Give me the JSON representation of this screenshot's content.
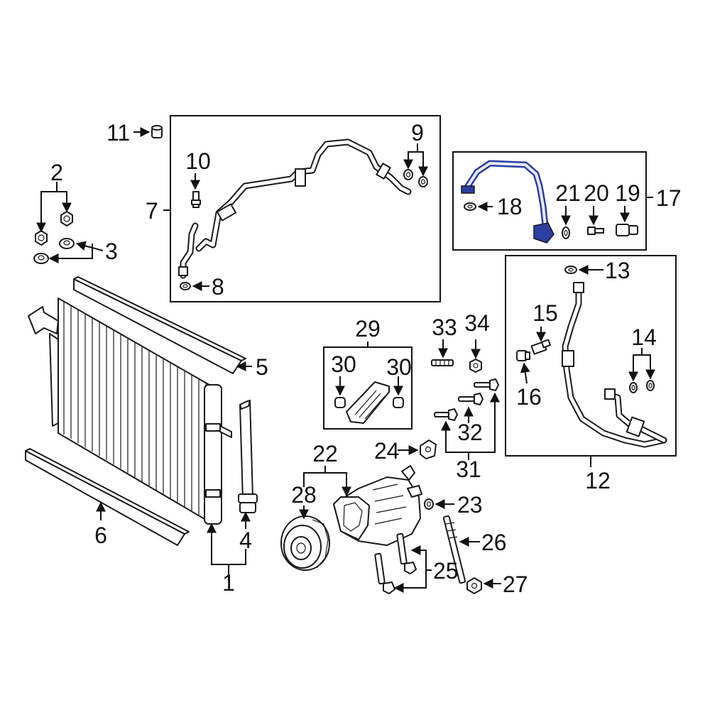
{
  "diagram": {
    "highlight_color": "#2b3fa0",
    "outline_color": "#1a1a1a",
    "callouts": {
      "c1": "1",
      "c2": "2",
      "c3": "3",
      "c4": "4",
      "c5": "5",
      "c6": "6",
      "c7": "7",
      "c8": "8",
      "c9": "9",
      "c10": "10",
      "c11": "11",
      "c12": "12",
      "c13": "13",
      "c14": "14",
      "c15": "15",
      "c16": "16",
      "c17": "17",
      "c18": "18",
      "c19": "19",
      "c20": "20",
      "c21": "21",
      "c22": "22",
      "c23": "23",
      "c24": "24",
      "c25": "25",
      "c26": "26",
      "c27": "27",
      "c28": "28",
      "c29": "29",
      "c30a": "30",
      "c30b": "30",
      "c31": "31",
      "c32": "32",
      "c33": "33",
      "c34": "34"
    }
  }
}
